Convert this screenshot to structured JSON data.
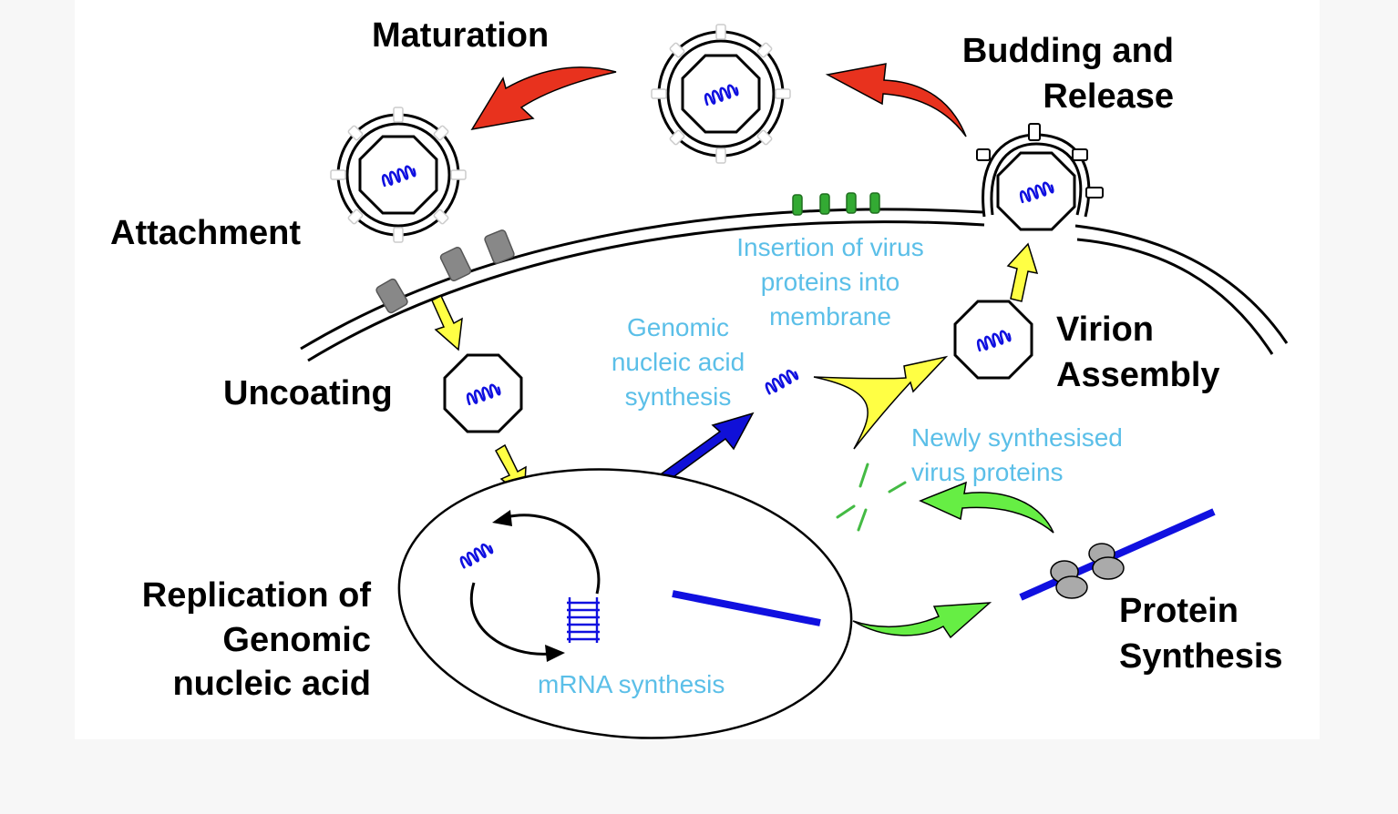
{
  "stages": {
    "maturation": "Maturation",
    "budding_line1": "Budding and",
    "budding_line2": "Release",
    "attachment": "Attachment",
    "uncoating": "Uncoating",
    "virion_line1": "Virion",
    "virion_line2": "Assembly",
    "replication_line1": "Replication of",
    "replication_line2": "Genomic",
    "replication_line3": "nucleic acid",
    "protein_line1": "Protein",
    "protein_line2": "Synthesis"
  },
  "processes": {
    "insertion_line1": "Insertion of virus",
    "insertion_line2": "proteins into",
    "insertion_line3": "membrane",
    "genomic_line1": "Genomic",
    "genomic_line2": "nucleic acid",
    "genomic_line3": "synthesis",
    "newly_line1": "Newly synthesised",
    "newly_line2": "virus proteins",
    "mrna": "mRNA synthesis"
  },
  "colors": {
    "stage_text": "#000000",
    "process_text": "#5bbfe8",
    "nucleic_acid": "#1010e0",
    "red_arrow": "#e8321e",
    "yellow_arrow": "#ffff44",
    "blue_arrow": "#1010d8",
    "green_arrow": "#66ee44",
    "membrane_protein": "#33aa33",
    "receptor": "#888888",
    "ribosome": "#aaaaaa"
  }
}
